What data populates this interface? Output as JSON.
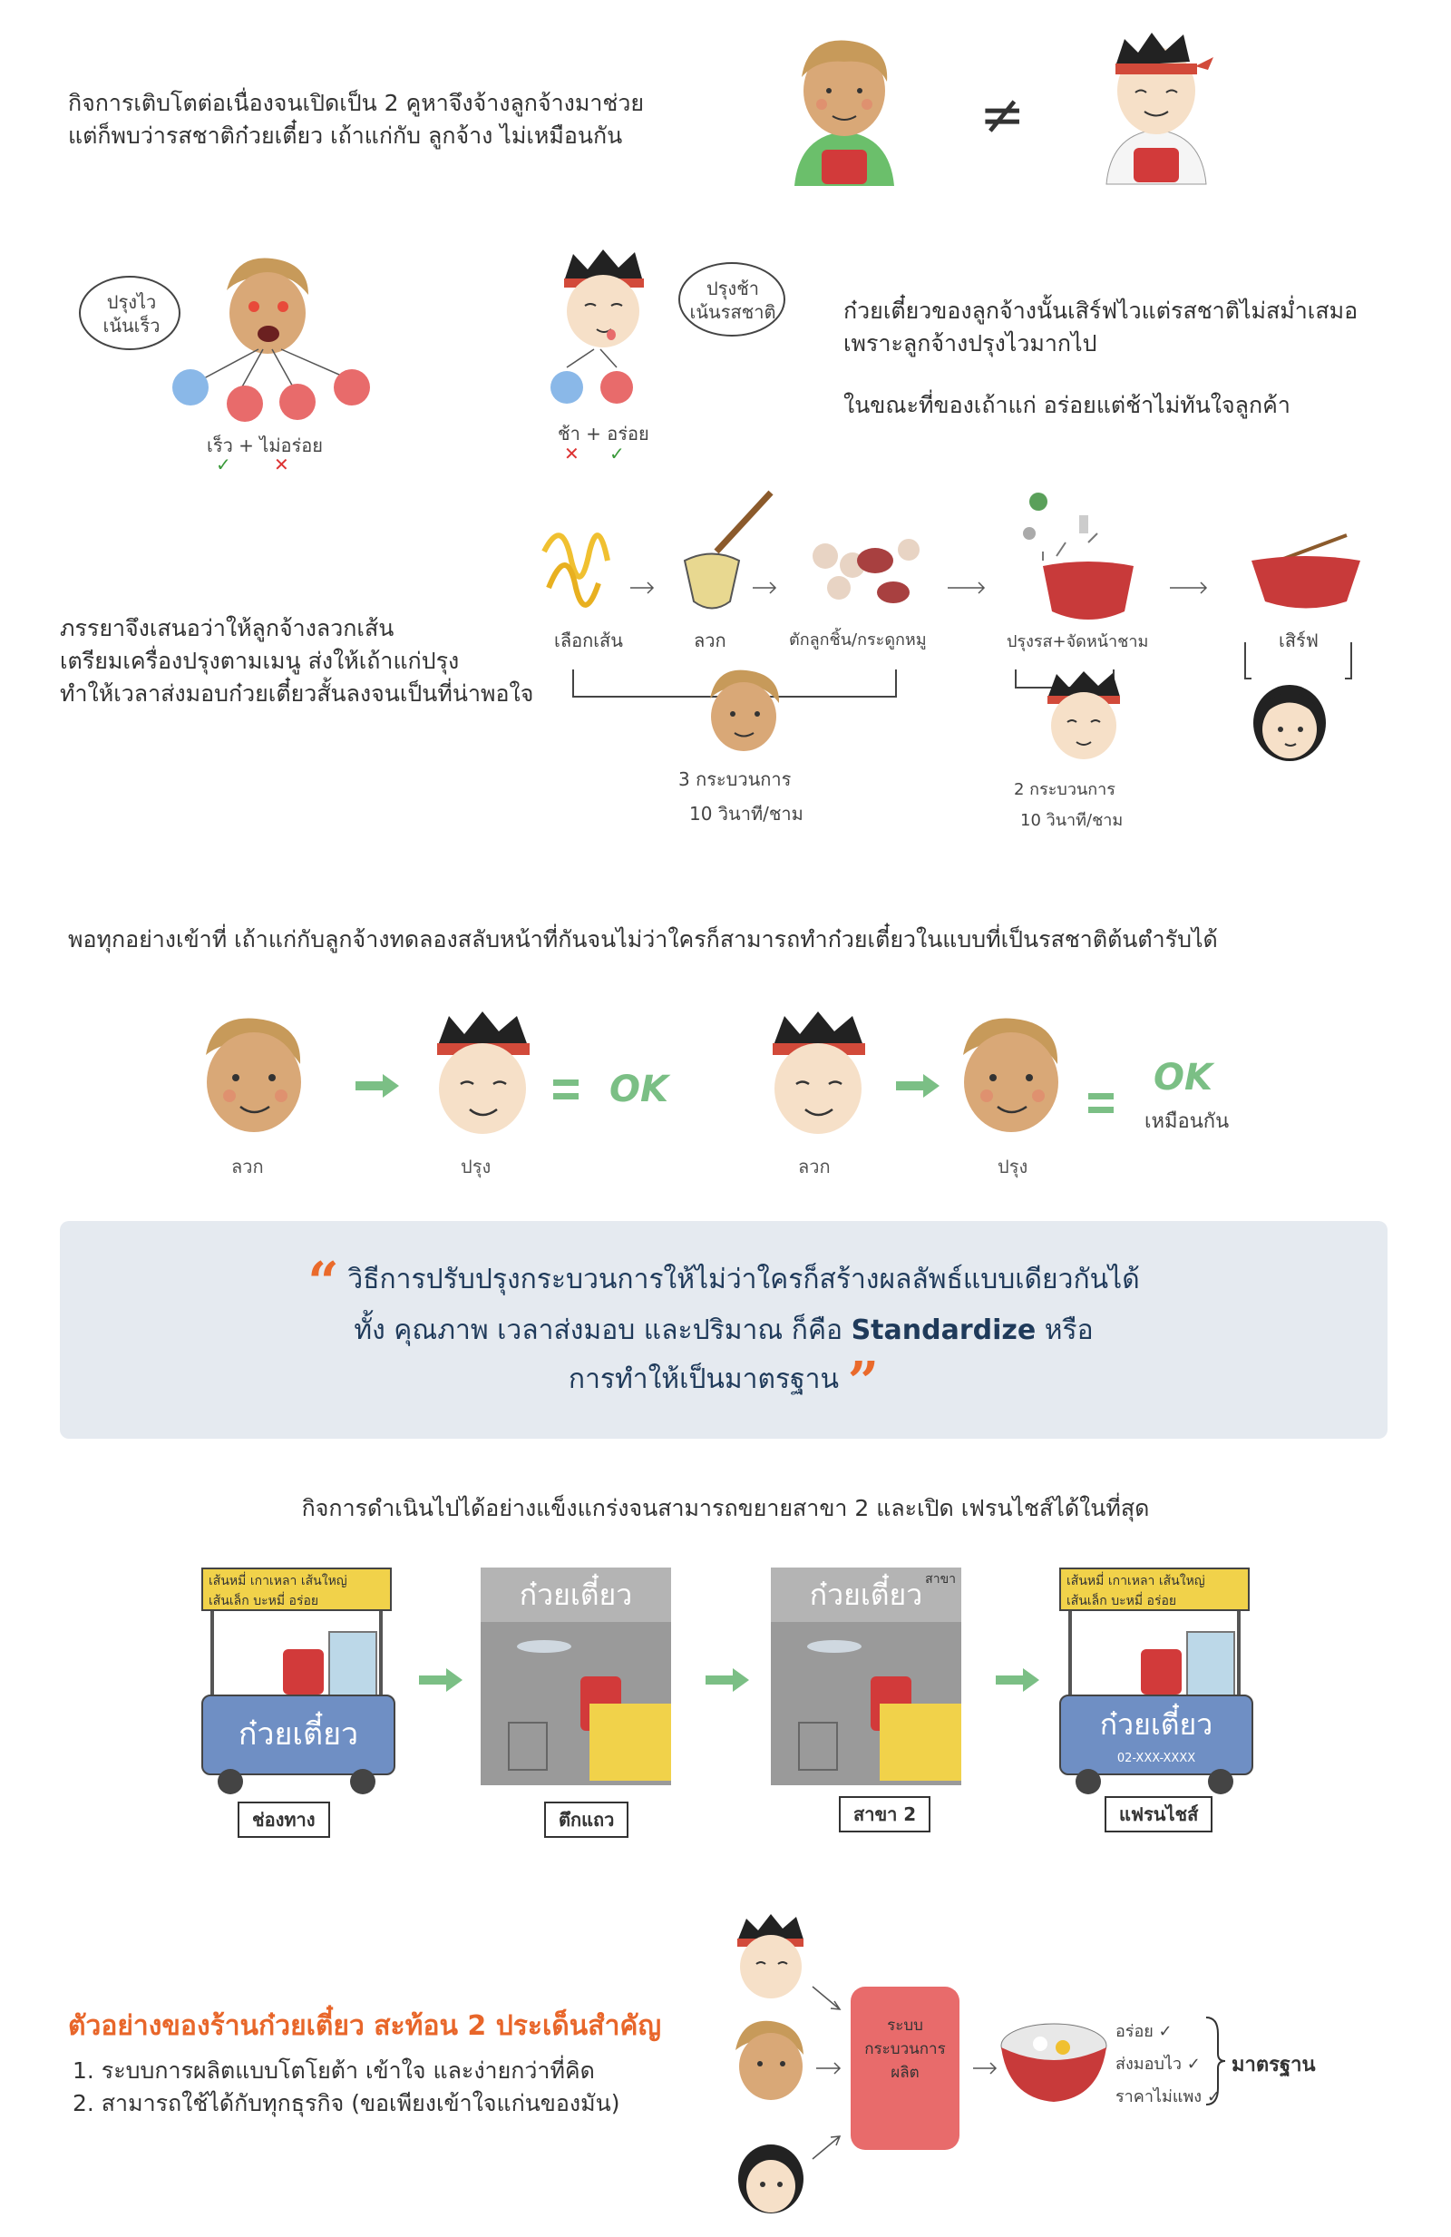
{
  "section1": {
    "line1": "กิจการเติบโตต่อเนื่องจนเปิดเป็น 2 คูหาจึงจ้างลูกจ้างมาช่วย",
    "line2": "แต่ก็พบว่ารสชาติก๋วยเตี๋ยว เถ้าแก่กับ ลูกจ้าง ไม่เหมือนกัน",
    "not_equal": "≠"
  },
  "section2": {
    "boss_bubble": [
      "ปรุงไว",
      "เน้นเร็ว"
    ],
    "boss_caption": "เร็ว + ไม่อร่อย",
    "worker_bubble": [
      "ปรุงช้า",
      "เน้นรสชาติ"
    ],
    "worker_caption": "ช้า + อร่อย",
    "desc1": "ก๋วยเตี๋ยวของลูกจ้างนั้นเสิร์ฟไวแต่รสชาติไม่สม่ำเสมอ",
    "desc2": "เพราะลูกจ้างปรุงไวมากไป",
    "desc3": "ในขณะที่ของเถ้าแก่ อร่อยแต่ช้าไม่ทันใจลูกค้า"
  },
  "section3": {
    "line1": "ภรรยาจึงเสนอว่าให้ลูกจ้างลวกเส้น",
    "line2": "เตรียมเครื่องปรุงตามเมนู ส่งให้เถ้าแก่ปรุง",
    "line3": "ทำให้เวลาส่งมอบก๋วยเตี๋ยวสั้นลงจนเป็นที่น่าพอใจ",
    "step1": "เลือกเส้น",
    "step2": "ลวก",
    "step3": "ตักลูกชิ้น/กระดูกหมู",
    "step4": "ปรุงรส+จัดหน้าชาม",
    "step5": "เสิร์ฟ",
    "group1_a": "3 กระบวนการ",
    "group1_b": "10 วินาที/ชาม",
    "group2_a": "2 กระบวนการ",
    "group2_b": "10 วินาที/ชาม"
  },
  "section4": {
    "line": "พอทุกอย่างเข้าที่ เถ้าแก่กับลูกจ้างทดลองสลับหน้าที่กันจนไม่ว่าใครก็สามารถทำก๋วยเตี๋ยวในแบบที่เป็นรสชาติต้นตำรับได้",
    "ok1": "OK",
    "ok2": "OK",
    "same": "เหมือนกัน",
    "lbl_a1": "ลวก",
    "lbl_b1": "ปรุง",
    "lbl_a2": "ลวก",
    "lbl_b2": "ปรุง"
  },
  "quote": {
    "line1": "วิธีการปรับปรุงกระบวนการให้ไม่ว่าใครก็สร้างผลลัพธ์แบบเดียวกันได้",
    "line2_pre": "ทั้ง คุณภาพ เวลาส่งมอบ และปริมาณ ก็คือ ",
    "line2_bold": "Standardize",
    "line2_post": " หรือ",
    "line3": "การทำให้เป็นมาตรฐาน",
    "open_mark": "“",
    "close_mark": "”"
  },
  "section5": {
    "title": "กิจการดำเนินไปได้อย่างแข็งแกร่งจนสามารถขยายสาขา 2 และเปิด เฟรนไชส์ได้ในที่สุด",
    "cart_menu": [
      "เส้นหมี่",
      "เกาเหลา",
      "เส้นใหญ่",
      "เส้นเล็ก",
      "บะหมี่",
      "อร่อย"
    ],
    "cart_sign": "ก๋วยเตี๋ยว",
    "shop_sign": "ก๋วยเตี๋ยว",
    "branch_tag": "สาขา",
    "phone": "02-XXX-XXXX",
    "label1": "ช่องทาง",
    "label2": "ตึกแถว",
    "label3": "สาขา 2",
    "label4": "แฟรนไชส์"
  },
  "section6": {
    "title": "ตัวอย่างของร้านก๋วยเตี๋ยว สะท้อน 2 ประเด็นสำคัญ",
    "item1": "1.  ระบบการผลิตแบบโตโยต้า เข้าใจ และง่ายกว่าที่คิด",
    "item2": "2.  สามารถใช้ได้กับทุกธุรกิจ (ขอเพียงเข้าใจแก่นของมัน)",
    "system_box": [
      "ระบบ",
      "กระบวนการ",
      "ผลิต"
    ],
    "result1": "อร่อย ✓",
    "result2": "ส่งมอบไว ✓",
    "result3": "ราคาไม่แพง ✓",
    "standard": "มาตรฐาน"
  },
  "colors": {
    "accent_orange": "#e8662a",
    "quote_bg": "#e5eaf0",
    "quote_text": "#1f3a5a",
    "ok_green": "#7bbf85",
    "bowl_red": "#c83a3a",
    "cart_blue": "#6f8fc4",
    "sign_yellow": "#f1d24a"
  }
}
